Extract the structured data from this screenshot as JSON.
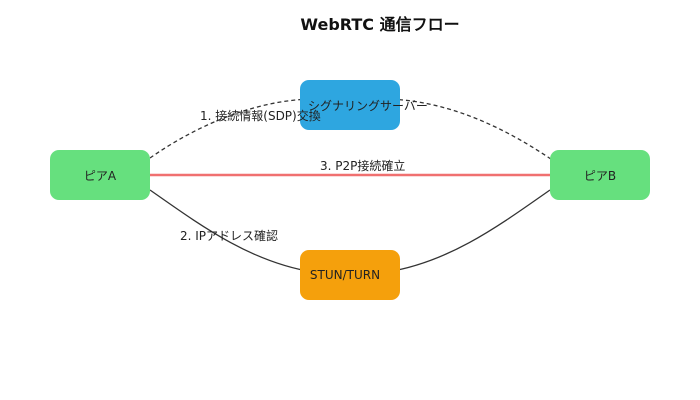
{
  "title": "WebRTC 通信フロー",
  "nodes": {
    "peer_a": {
      "label": "ピアA",
      "color": "#66e07e"
    },
    "peer_b": {
      "label": "ピアB",
      "color": "#66e07e"
    },
    "signaling": {
      "label": "シグナリングサーバー",
      "color": "#2ea6e0"
    },
    "stun_turn": {
      "label": "STUN/TURN",
      "color": "#f5a00c"
    }
  },
  "edges": {
    "sdp": {
      "label": "1. 接続情報(SDP)交換",
      "style": "dashed"
    },
    "ip": {
      "label": "2. IPアドレス確認",
      "style": "solid"
    },
    "p2p": {
      "label": "3. P2P接続確立",
      "color": "#f07070"
    }
  }
}
